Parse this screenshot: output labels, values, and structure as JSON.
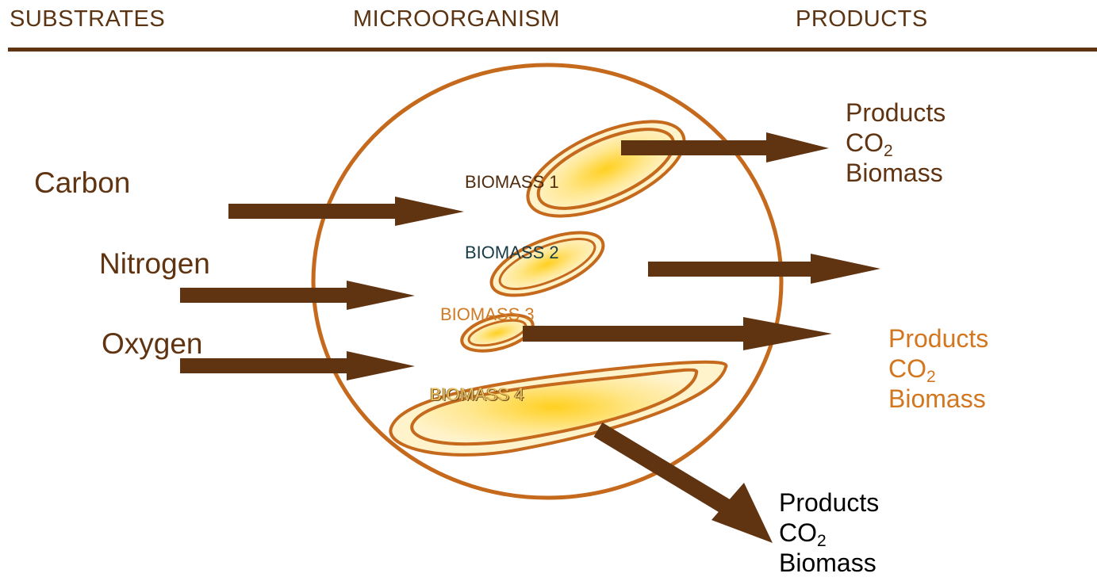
{
  "headers": {
    "substrates": "SUBSTRATES",
    "microorganism": "MICROORGANISM",
    "products": "PRODUCTS"
  },
  "substrates": {
    "carbon": "Carbon",
    "nitrogen": "Nitrogen",
    "oxygen": "Oxygen"
  },
  "biomass": {
    "b1": "BIOMASS 1",
    "b2": "BIOMASS 2",
    "b3": "BIOMASS 3",
    "b4": "BIOMASS 4"
  },
  "outputs": {
    "o1": {
      "products": "Products",
      "co2_main": "CO",
      "co2_sub": "2",
      "biomass": "Biomass"
    },
    "o2": {
      "products": "Products",
      "co2_main": "CO",
      "co2_sub": "2",
      "biomass": "Biomass"
    },
    "o3": {
      "products": "Products",
      "co2_main": "CO",
      "co2_sub": "2",
      "biomass": "Biomass"
    }
  },
  "colors": {
    "arrow": "#603311",
    "cell_outline": "#c5691c",
    "blob_fill": "#ffd028",
    "header_rule": "#5e3412"
  }
}
